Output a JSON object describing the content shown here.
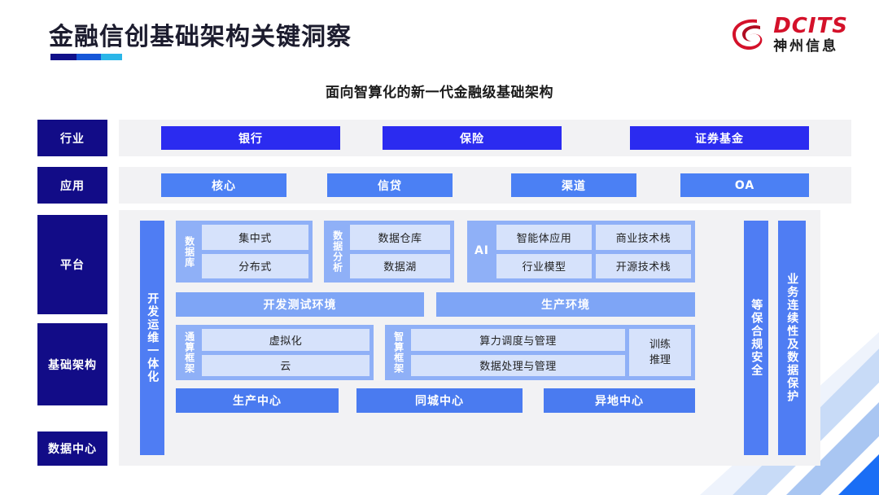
{
  "header": {
    "title": "金融信创基础架构关键洞察",
    "logo_en": "DCITS",
    "logo_cn": "神州信息",
    "logo_icon": "dcits-swirl-logo"
  },
  "subtitle": "面向智算化的新一代金融级基础架构",
  "row_labels": {
    "industry": "行业",
    "application": "应用",
    "platform": "平台",
    "infrastructure": "基础架构",
    "datacenter": "数据中心"
  },
  "industry": {
    "items": [
      {
        "label": "银行"
      },
      {
        "label": "保险"
      },
      {
        "label": "证券基金"
      }
    ]
  },
  "application": {
    "items": [
      {
        "label": "核心"
      },
      {
        "label": "信贷"
      },
      {
        "label": "渠道"
      },
      {
        "label": "OA"
      }
    ]
  },
  "side_bars": {
    "devops": "开发运维一体化",
    "compliance": "等保合规安全",
    "continuity": "业务连续性及数据保护"
  },
  "platform": {
    "database": {
      "label": "数据库",
      "cells": [
        "集中式",
        "分布式"
      ]
    },
    "data_analysis": {
      "label": "数据分析",
      "cells": [
        "数据仓库",
        "数据湖"
      ]
    },
    "ai": {
      "label": "AI",
      "cells": [
        "智能体应用",
        "商业技术栈",
        "行业模型",
        "开源技术栈"
      ]
    },
    "environments": [
      "开发测试环境",
      "生产环境"
    ],
    "general_compute": {
      "label": "通算框架",
      "cells": [
        "虚拟化",
        "云"
      ]
    },
    "intelligent_compute": {
      "label": "智算框架",
      "cells": [
        "算力调度与管理",
        "数据处理与管理"
      ],
      "side": {
        "line1": "训练",
        "line2": "推理"
      }
    },
    "datacenters": [
      "生产中心",
      "同城中心",
      "异地中心"
    ]
  },
  "colors": {
    "navy": "#120c87",
    "industry_blue": "#2b2bf0",
    "app_blue": "#4b80f4",
    "group_blue": "#8fb0f7",
    "cell_blue": "#d6e2fb",
    "env_blue": "#7ea5f6",
    "dc_blue": "#4a7bf0",
    "band_gray": "#f2f2f4",
    "logo_red": "#d4112a"
  }
}
